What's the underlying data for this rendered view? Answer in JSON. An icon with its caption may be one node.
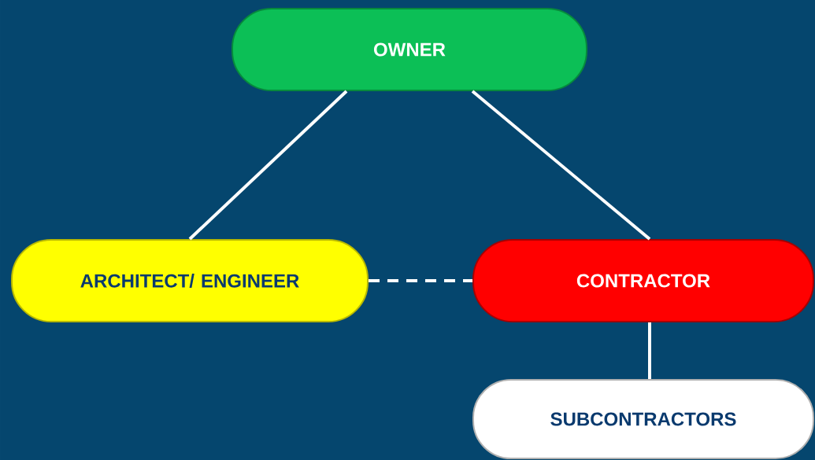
{
  "diagram": {
    "nodes": [
      {
        "text": [
          "OWNER"
        ]
      },
      {
        "text": [
          "ARCHITECT/ ENGINEER"
        ]
      },
      {
        "text": [
          "CONTRACTOR"
        ]
      },
      {
        "text": [
          "SUBCONTRACTORS"
        ]
      }
    ],
    "edges": [
      {
        "from": 0,
        "to": 1,
        "arrow": "none"
      },
      {
        "from": 0,
        "to": 2,
        "arrow": "none"
      },
      {
        "from": 1,
        "to": 2,
        "arrow": "none",
        "style": "dashed"
      },
      {
        "from": 2,
        "to": 3,
        "arrow": "none"
      }
    ]
  }
}
